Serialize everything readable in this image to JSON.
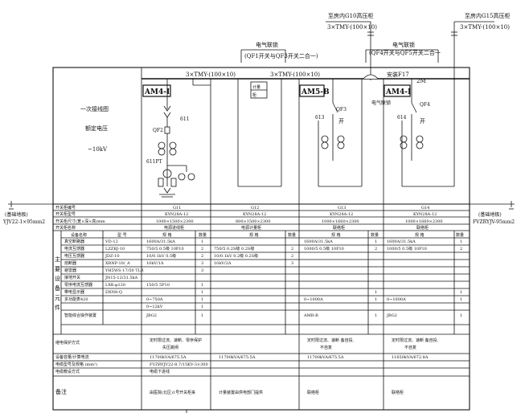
{
  "top": {
    "feeder_left_label": "至房内G10高压柜",
    "feeder_left_cable": "3×TMY-(100×10)",
    "feeder_right_label": "至房内G15高压柜",
    "feeder_right_cable": "3×TMY-(100×10)",
    "interlock1_title": "电气联锁",
    "interlock1_text": "(QF1开关与QF3开关二合一)",
    "interlock2_title": "电气联锁",
    "interlock2_text": "(QF4开关与QF5开关二合一",
    "bus1": "3×TMY-(100×10)",
    "bus2": "3×TMY-(100×10)",
    "install": "安装F17",
    "dim_2m": "2M"
  },
  "left_panel": {
    "line1": "一次接线图",
    "line2": "额定电压",
    "line3": "~10kV"
  },
  "diagram": {
    "am1": "AM4-I",
    "am2": "AM5-B",
    "am3": "AM4-I",
    "lbl_611": "611",
    "lbl_qf2": "QF2",
    "lbl_611pt": "611PT",
    "lbl_613": "613",
    "lbl_qf3": "QF3",
    "lbl_open1": "开",
    "lbl_elock": "电气联锁",
    "lbl_614": "614",
    "lbl_qf4": "QF4",
    "lbl_open2": "开",
    "meter_a": "计量",
    "meter_b": "柜"
  },
  "ground": {
    "left_label": "(基础地极)",
    "left_cable": "YJV22-1×95mm2",
    "right_label": "(基础地极)",
    "right_cable": "FVZRYJV-95mm2"
  },
  "table": {
    "header_rows": [
      {
        "label": "开关柜编号",
        "cols": [
          "G11",
          "G12",
          "G13",
          "G14"
        ]
      },
      {
        "label": "开关柜型号",
        "cols": [
          "KYN28A-12",
          "KYN28A-12",
          "KYN28A-12",
          "KYN28A-12"
        ]
      },
      {
        "label": "开关柜尺寸(宽×深×高)mm",
        "cols": [
          "1000×1500×2300",
          "800×1500×2300",
          "1000×1660×2300",
          "1000×1660×2300"
        ]
      },
      {
        "label": "开关柜名称",
        "cols": [
          "电源进线柜",
          "电源计量柜",
          "联络柜",
          "联络柜"
        ]
      }
    ],
    "sub_header": {
      "name": "设备名称",
      "model": "型 号",
      "spec": "规 格",
      "qty": "数量"
    },
    "side_label": "主要设备元件",
    "rows": [
      {
        "name": "真空断路器",
        "model": "VD-12",
        "c1": "1600A/31.5kA",
        "q1": "1",
        "c2": "",
        "q2": "",
        "c3": "1600A/31.5kA",
        "q3": "1",
        "c4": "1600A/31.5kA",
        "q4": "1"
      },
      {
        "name": "电流互感器",
        "model": "LZZBJ-10",
        "c1": "750/5 0.5级 10P10",
        "q1": "2",
        "c2": "750/5 0.2S级 0.2S级",
        "q2": "2",
        "c3": "1000/5 0.5级 10P10",
        "q3": "2",
        "c4": "1000/5 0.5级 10P10",
        "q4": "2"
      },
      {
        "name": "电压互感器",
        "model": "JDZ-10",
        "c1": "10/0.1kV 0.5级",
        "q1": "2",
        "c2": "10/0.1kV 0.2级 0.2S级",
        "q2": "2",
        "c3": "",
        "q3": "",
        "c4": "",
        "q4": ""
      },
      {
        "name": "熔断器",
        "model": "XRNP-10/_A",
        "c1": "10kV/1A",
        "q1": "3",
        "c2": "10kV/2A",
        "q2": "3",
        "c3": "",
        "q3": "",
        "c4": "",
        "q4": ""
      },
      {
        "name": "避雷器",
        "model": "YH5WS-17/50 TLB",
        "c1": "",
        "q1": "3",
        "c2": "",
        "q2": "",
        "c3": "",
        "q3": "",
        "c4": "",
        "q4": ""
      },
      {
        "name": "接地开关",
        "model": "JN15-12/31.5kA",
        "c1": "",
        "q1": "",
        "c2": "",
        "q2": "",
        "c3": "",
        "q3": "",
        "c4": "",
        "q4": ""
      },
      {
        "name": "零序电流互感器",
        "model": "LXK-φ120",
        "c1": "150/5 5P10",
        "q1": "1",
        "c2": "",
        "q2": "",
        "c3": "",
        "q3": "",
        "c4": "",
        "q4": ""
      },
      {
        "name": "带电显示器",
        "model": "DXN8-Q",
        "c1": "",
        "q1": "1",
        "c2": "",
        "q2": "",
        "c3": "",
        "q3": "1",
        "c4": "",
        "q4": "1"
      },
      {
        "name": "多功能表420",
        "model": "",
        "c1": "0~750A",
        "q1": "1",
        "c2": "",
        "q2": "",
        "c3": "0~1000A",
        "q3": "1",
        "c4": "0~1000A",
        "q4": "1"
      },
      {
        "name": "",
        "model": "",
        "c1": "0~12kV",
        "q1": "1",
        "c2": "",
        "q2": "",
        "c3": "",
        "q3": "",
        "c4": "",
        "q4": ""
      },
      {
        "name": "智能综合操作装置",
        "model": "",
        "c1": "JBG2",
        "q1": "1",
        "c2": "",
        "q2": "",
        "c3": "AMR-B",
        "q3": "1",
        "c4": "JBG2",
        "q4": "1"
      }
    ],
    "bottom_rows": [
      {
        "label": "继电保护方式",
        "cols": [
          "定时限过流、速断、零序保护 失压跳闸",
          "",
          "定时限过流、速断 备自投, 不自复",
          "定时限过流、速断 备自投, 不自复"
        ]
      },
      {
        "label": "设备容量/计算电流",
        "cols": [
          "11700kVA/675.5A",
          "11700kVA/675.5A",
          "11700kVA/675.5A",
          "11650kVA/672.8A"
        ]
      },
      {
        "label": "电缆型号及规格 (mm²)",
        "cols": [
          "FVZRYJV22-8.7/15KV-3×300",
          "",
          "",
          ""
        ]
      },
      {
        "label": "电缆敷设方式",
        "cols": [
          "电缆下进线",
          "",
          "",
          ""
        ]
      },
      {
        "label": "备注",
        "cols": [
          "由医院(北区)1号开关柜来",
          "计量装置由供电部门提供",
          "联络柜",
          "联络柜"
        ]
      }
    ]
  }
}
